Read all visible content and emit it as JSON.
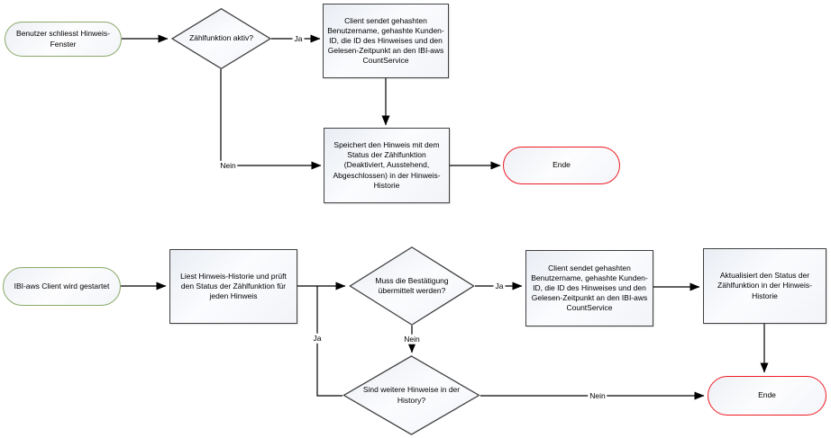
{
  "labels": {
    "yes": "Ja",
    "no": "Nein"
  },
  "colors": {
    "start_border": "#8aa968",
    "end_border": "#ed1c24",
    "process_border": "#404040",
    "connector": "#000000"
  },
  "flow1": {
    "start": "Benutzer schliesst Hinweis-Fenster",
    "decision": "Zählfunktion aktiv?",
    "process_send": "Client sendet gehashten Benutzername, gehashte Kunden-ID, die ID des Hinweises und den Gelesen-Zeitpunkt an den IBI-aws CountService",
    "process_store": "Speichert den Hinweis mit dem Status der Zählfunktion (Deaktiviert, Ausstehend, Abgeschlossen) in der Hinweis-Historie",
    "end": "Ende"
  },
  "flow2": {
    "start": "IBI-aws Client wird gestartet",
    "process_read": "Liest Hinweis-Historie und prüft den Status der Zählfunktion für jeden Hinweis",
    "decision_confirm": "Muss die Bestätigung übermittelt werden?",
    "process_send": "Client sendet gehashten Benutzername, gehashte Kunden-ID, die ID des Hinweises und den Gelesen-Zeitpunkt an den IBI-aws CountService",
    "process_update": "Aktualisiert den Status der Zählfunktion in der Hinweis-Historie",
    "decision_more": "Sind weitere Hinweise in der History?",
    "end": "Ende"
  }
}
